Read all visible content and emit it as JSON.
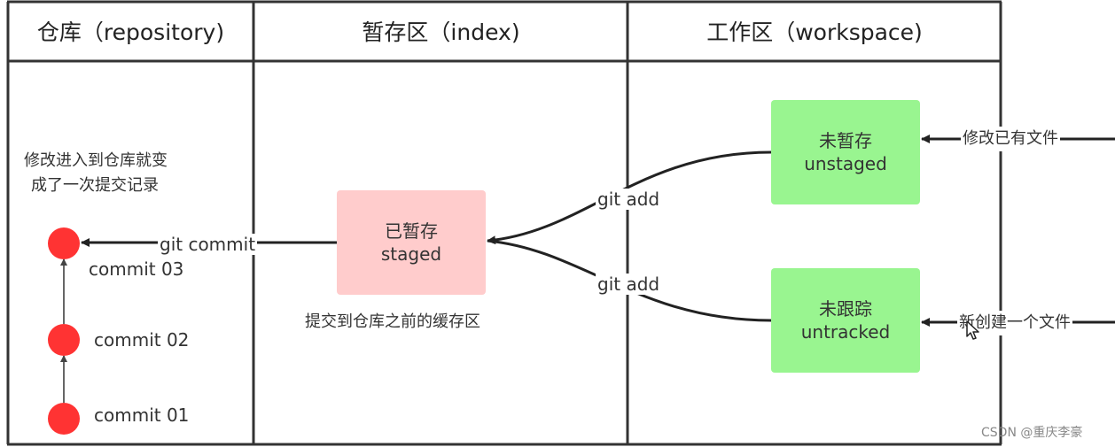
{
  "columns": [
    {
      "header": "仓库（repository)"
    },
    {
      "header": "暂存区（index)"
    },
    {
      "header": "工作区（workspace)"
    }
  ],
  "repository": {
    "note_lines": [
      "修改进入到仓库就变",
      "成了一次提交记录"
    ],
    "commits": [
      "commit  03",
      "commit  02",
      "commit  01"
    ],
    "commit_dot_color": "#ff3333"
  },
  "index": {
    "staged_title": "已暂存",
    "staged_sub": "staged",
    "staged_color": "#ffcccc",
    "caption": "提交到仓库之前的缓存区"
  },
  "workspace": {
    "unstaged_title": "未暂存",
    "unstaged_sub": "unstaged",
    "untracked_title": "未跟踪",
    "untracked_sub": "untracked",
    "box_color": "#99f590"
  },
  "arrows": {
    "git_commit": "git commit",
    "git_add_top": "git add",
    "git_add_bottom": "git add",
    "modify_existing": "修改已有文件",
    "create_new": "新创建一个文件"
  },
  "watermark": "CSDN @重庆李豪"
}
